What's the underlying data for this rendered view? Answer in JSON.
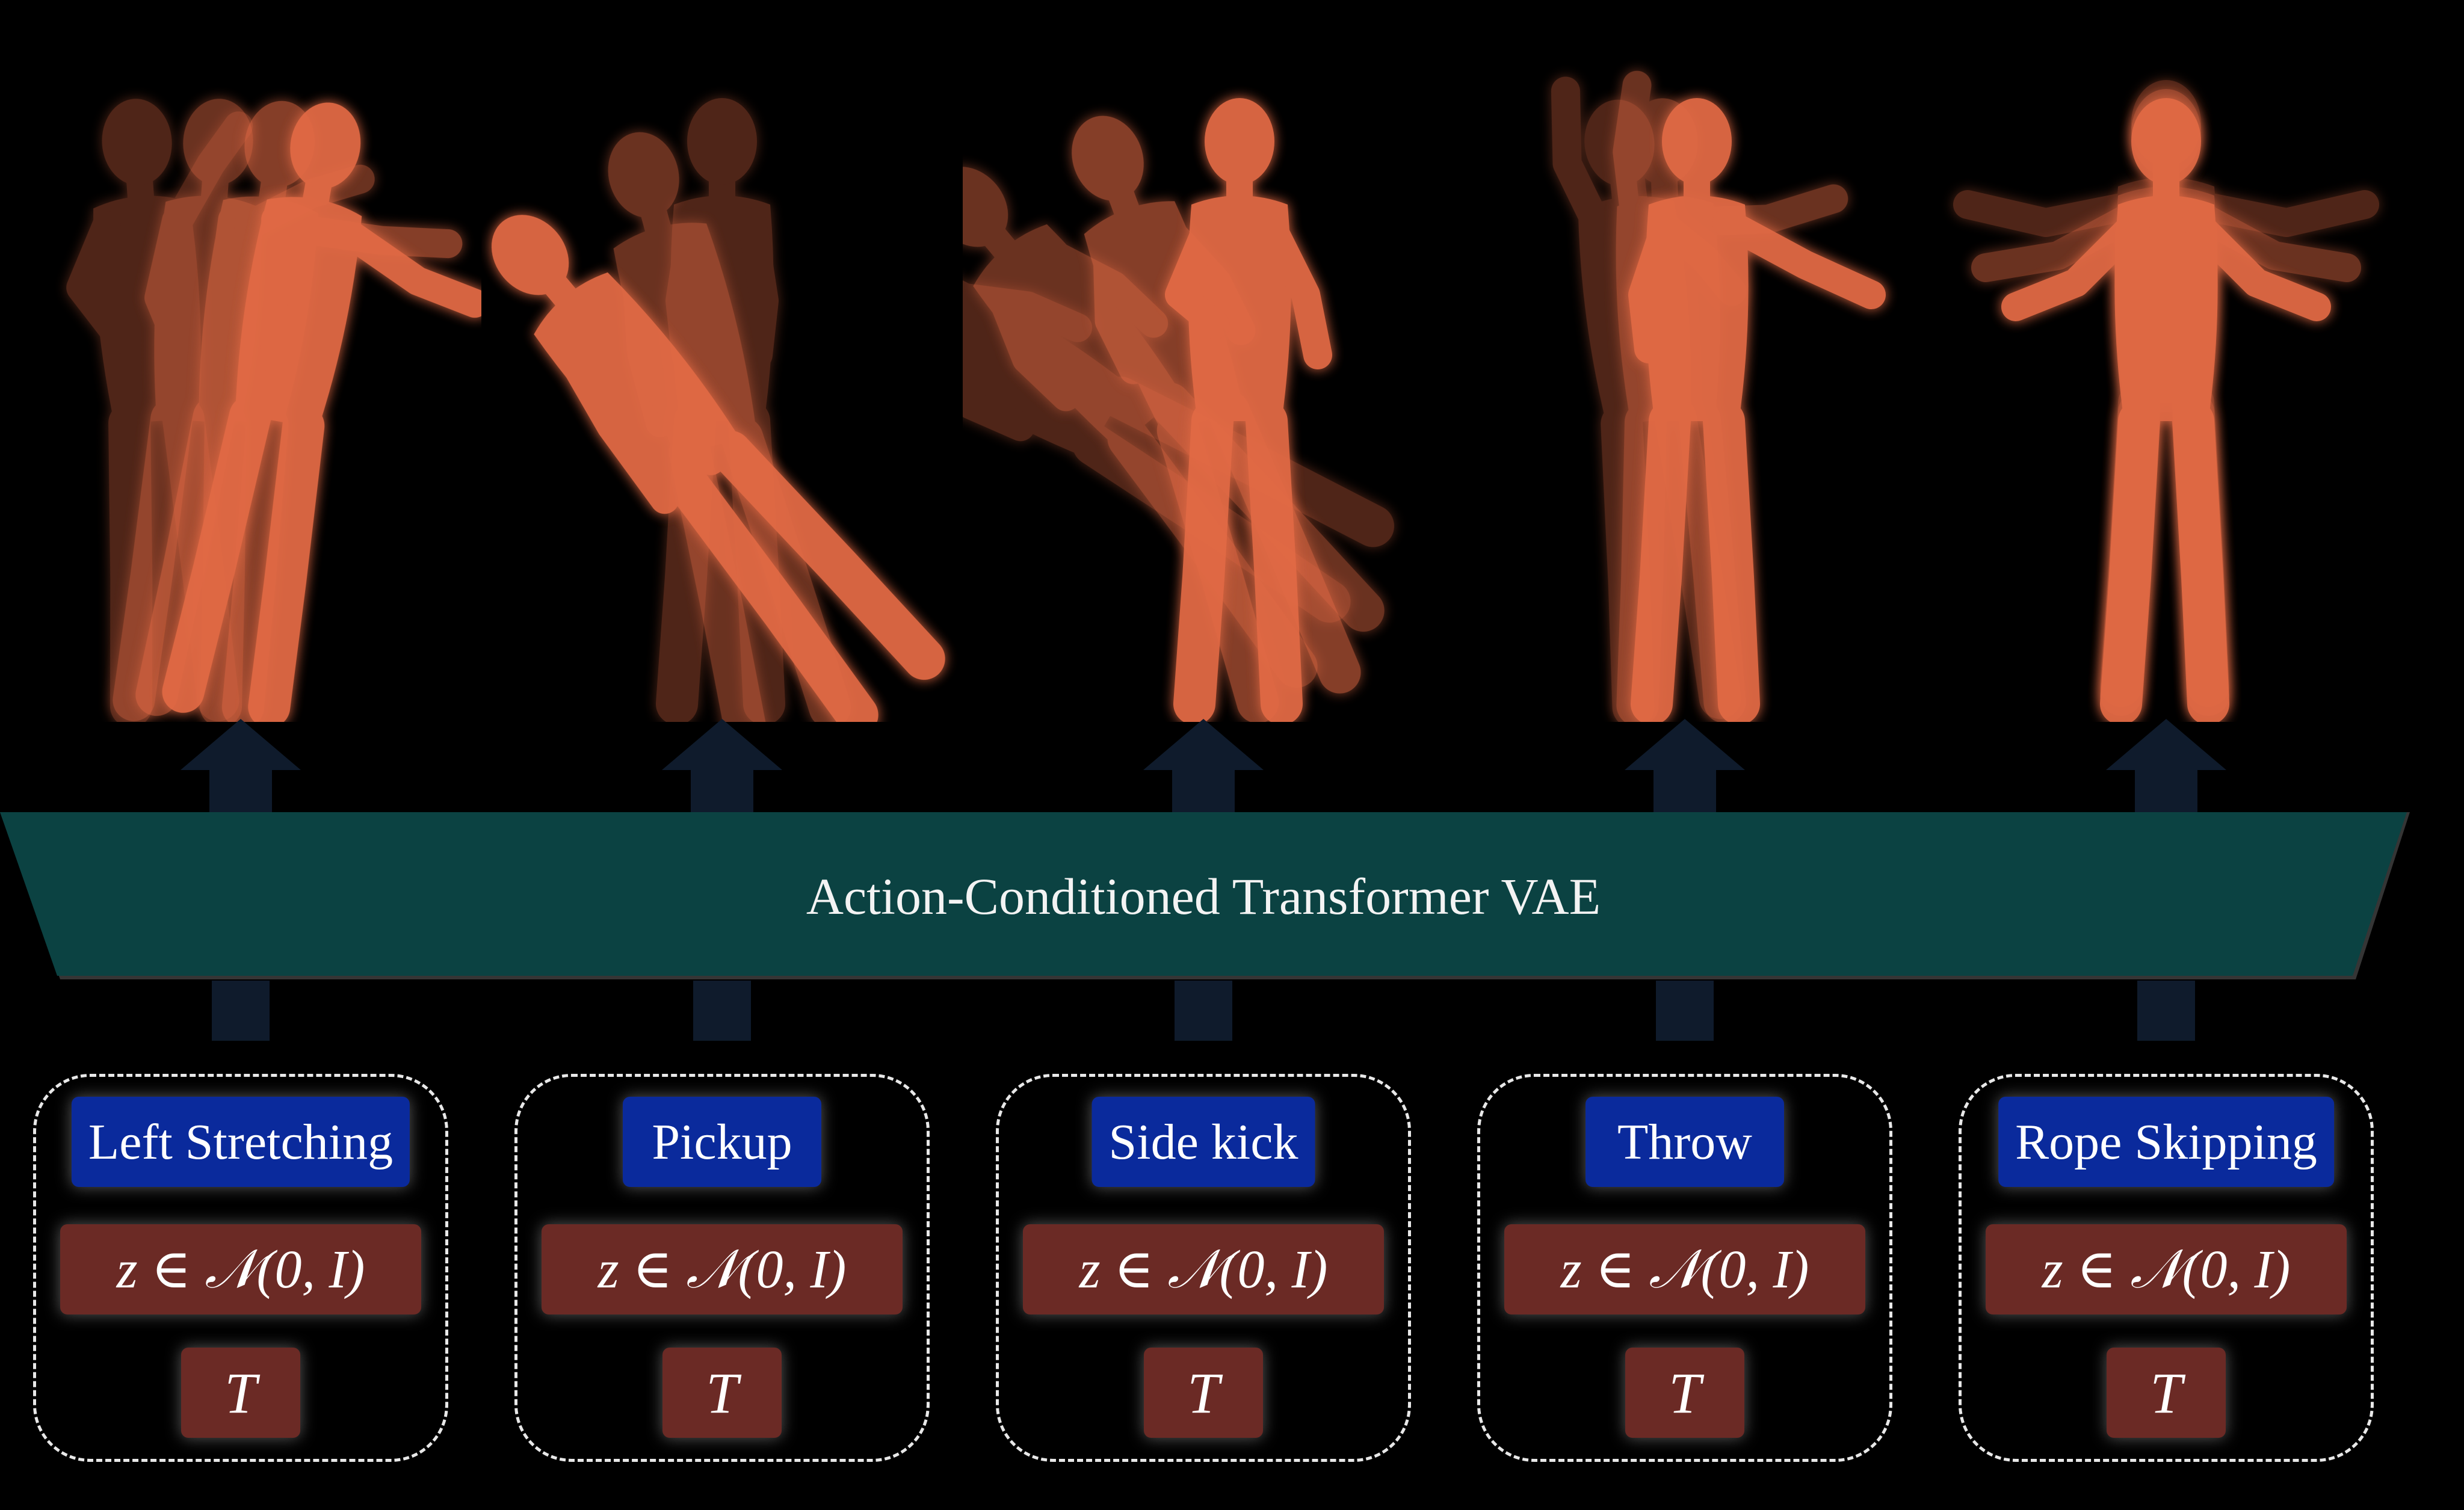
{
  "diagram": {
    "model_label": "Action-Conditioned Transformer VAE",
    "colors": {
      "background": "#000000",
      "model_band": "#0b4242",
      "action_label_bg": "#0a2a9c",
      "input_box_bg": "#6b2a25",
      "arrow": "#0f1b2c",
      "body": "#e26a45"
    },
    "groups": [
      {
        "action": "Left Stretching",
        "latent": "z ∈ 𝒩(0, I)",
        "duration": "T",
        "pose": "left-stretching"
      },
      {
        "action": "Pickup",
        "latent": "z ∈ 𝒩(0, I)",
        "duration": "T",
        "pose": "pickup"
      },
      {
        "action": "Side kick",
        "latent": "z ∈ 𝒩(0, I)",
        "duration": "T",
        "pose": "side-kick"
      },
      {
        "action": "Throw",
        "latent": "z ∈ 𝒩(0, I)",
        "duration": "T",
        "pose": "throw"
      },
      {
        "action": "Rope Skipping",
        "latent": "z ∈ 𝒩(0, I)",
        "duration": "T",
        "pose": "rope-skipping"
      }
    ]
  }
}
